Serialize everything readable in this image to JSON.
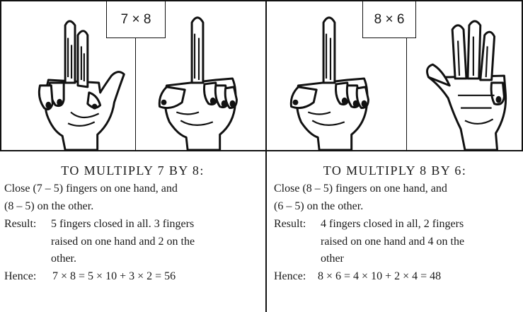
{
  "panels": [
    {
      "expression": "7 × 8",
      "heading": "TO MULTIPLY 7 BY 8:",
      "instruction_1": "Close (7 – 5) fingers on one hand, and",
      "instruction_2": "(8 – 5) on the other.",
      "result_label": "Result:",
      "result_1": "5 fingers closed in all. 3 fingers",
      "result_2": "raised on one hand and 2 on the",
      "result_3": "other.",
      "hence_label": "Hence:",
      "hence_expr": "7 × 8 = 5 × 10 + 3 × 2 = 56"
    },
    {
      "expression": "8 × 6",
      "heading": "TO MULTIPLY 8 BY 6:",
      "instruction_1": "Close (8 – 5) fingers on one hand, and",
      "instruction_2": "(6 – 5) on the other.",
      "result_label": "Result:",
      "result_1": "4 fingers closed in all, 2 fingers",
      "result_2": "raised on one hand and 4 on the",
      "result_3": "other",
      "hence_label": "Hence:",
      "hence_expr": "8 × 6 = 4 × 10 + 2 × 4 = 48"
    }
  ],
  "hands": [
    {
      "raised": 2
    },
    {
      "raised": 1
    },
    {
      "raised": 1
    },
    {
      "raised": 3
    }
  ]
}
